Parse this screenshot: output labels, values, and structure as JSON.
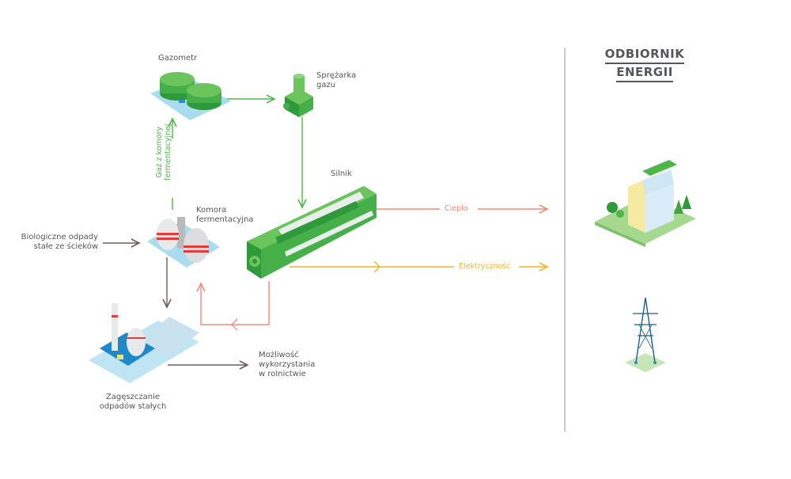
{
  "colors": {
    "gas_flow": "#4fb748",
    "heat_flow": "#f08a7a",
    "electricity_flow": "#f4b42a",
    "solids_flow": "#6e5e55",
    "divider": "#b0b0b0",
    "text": "#55565a"
  },
  "header": {
    "title_line1": "ODBIORNIK",
    "title_line2": "ENERGII"
  },
  "nodes": {
    "gazometr": {
      "label": "Gazometr",
      "icon": "gas-holder-icon"
    },
    "sprezarka": {
      "label_line1": "Sprężarka",
      "label_line2": "gazu",
      "icon": "gas-compressor-icon"
    },
    "silnik": {
      "label": "Silnik",
      "icon": "gas-engine-icon"
    },
    "komora": {
      "label_line1": "Komora",
      "label_line2": "fermentacyjna",
      "icon": "fermentation-chamber-icon"
    },
    "zageszczanie": {
      "label_line1": "Zagęszczanie",
      "label_line2": "odpadów stałych",
      "icon": "solids-thickening-plant-icon"
    },
    "input": {
      "label_line1": "Biologiczne odpady",
      "label_line2": "stałe ze ścieków"
    },
    "rolnictwo": {
      "label_line1": "Możliwość",
      "label_line2": "wykorzystania",
      "label_line3": "w rolnictwie"
    },
    "budynek": {
      "icon": "building-icon"
    },
    "siec": {
      "icon": "power-pylon-icon"
    }
  },
  "flows": {
    "gas_up_line1": "Gaz z komory",
    "gas_up_line2": "fermentacyjnej",
    "heat": "Ciepło",
    "electricity": "Elektryczność"
  }
}
